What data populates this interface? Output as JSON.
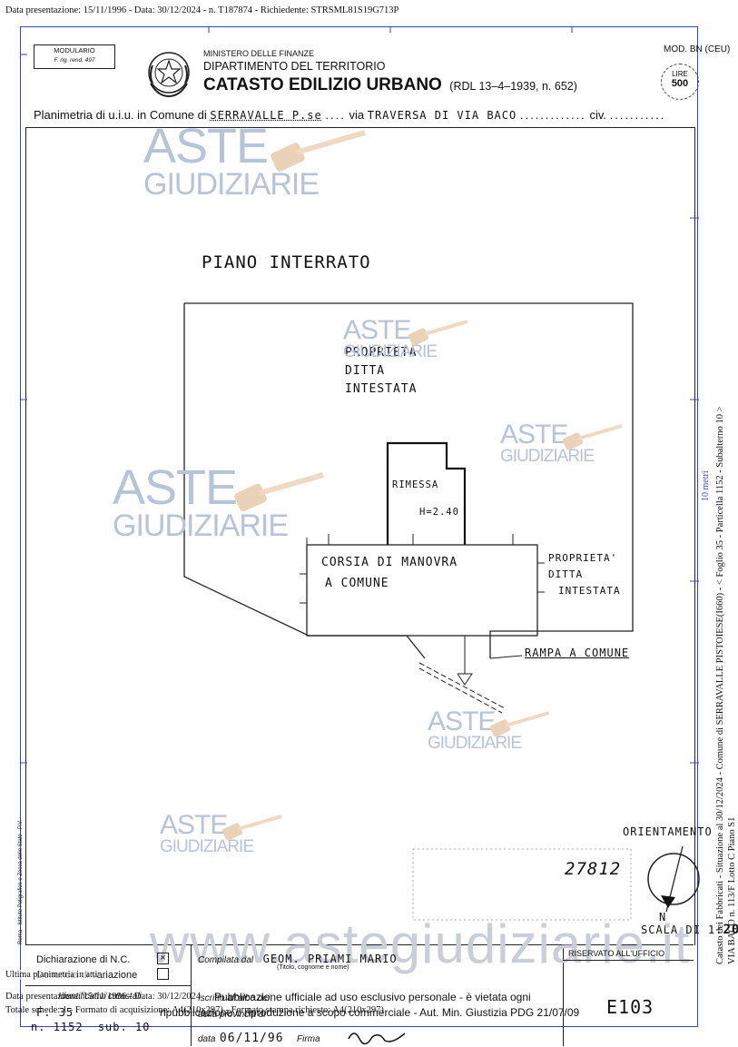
{
  "header_line": "Data presentazione: 15/11/1996 - Data: 30/12/2024 - n. T187874 - Richiedente: STRSML81S19G713P",
  "modulario": {
    "line1": "MODULARIO",
    "line2": "F. rig. rend. 497"
  },
  "ministry": "MINISTERO DELLE FINANZE",
  "department": "DIPARTIMENTO DEL TERRITORIO",
  "catasto": "CATASTO EDILIZIO URBANO",
  "rdl": "(RDL 13–4–1939, n. 652)",
  "mod": "MOD. BN (CEU)",
  "stamp": {
    "line1": "LIRE",
    "line2": "500"
  },
  "planimetria": {
    "prefix": "Planimetria di u.i.u. in Comune di",
    "comune": "SERRAVALLE P.se",
    "via_label": "via",
    "via": "TRAVERSA DI VIA BACO",
    "civ_label": "civ."
  },
  "watermark": {
    "aste": "ASTE",
    "giudiziarie": "GIUDIZIARIE",
    "site": "www.astegiudiziarie.it"
  },
  "plan": {
    "title": "PIANO INTERRATO",
    "prop_top": [
      "PROPRIETA'",
      "DITTA",
      "INTESTATA"
    ],
    "rimessa": "RIMESSA",
    "height": "H=2.40",
    "corsia": [
      "CORSIA DI MANOVRA",
      "A COMUNE"
    ],
    "prop_right": [
      "PROPRIETA'",
      "DITTA",
      "INTESTATA"
    ],
    "rampa": "RAMPA A COMUNE"
  },
  "orientamento": "ORIENTAMENTO",
  "north": "N",
  "scala": {
    "label": "SCALA DI 1:",
    "value": "200"
  },
  "handwritten_number": "27812",
  "side_text_1": "Catasto dei Fabbricati - Situazione al 30/12/2024 - Comune di SERRAVALLE PISTOIESE(I660) - < Foglio 35 - Particella 1152 - Subalterno 10 >",
  "side_text_2": "VIA BACO n. 113/F Lotto C Piano S1",
  "scale_meters": "10 metri",
  "left_vertical": "Roma - Istituto Poligrafico e Zecca dello Stato - P.V.",
  "footer": {
    "dich_nc": "Dichiarazione di N.C.",
    "dich_var": "Denuncia di variazione",
    "ultima": "Ultima planimetria in atti",
    "identificativi": "Identificativi catastali",
    "foglio_label": "F.",
    "foglio": "35",
    "num_label": "n.",
    "num": "1152",
    "sub_label": "sub.",
    "sub": "10",
    "compilata": "Compilata dal",
    "compilatore": "GEOM. PRIAMI MARIO",
    "titolo_hint": "(Titolo, cognome e nome)",
    "iscritto": "Iscritto all'albo dei",
    "provincia": "della provincia di",
    "data_label": "data",
    "data": "06/11/96",
    "firma": "Firma",
    "riservato": "RISERVATO ALL'UFFICIO",
    "code": "E103",
    "data_pres": "Data presentazione: 15/11/1996 - Data: 30/12/2024",
    "pubblicazione": "Pubblicazione ufficiale ad uso esclusivo personale - è vietata ogni",
    "totale": "Totale schede: 1 - Formato di acquisizione: A4(210x297) - Formato stampa richiesto: A4(210x297)",
    "ripubblicazione": "ripubblicazione o riproduzione a scopo commerciale - Aut. Min. Giustizia PDG 21/07/09"
  }
}
